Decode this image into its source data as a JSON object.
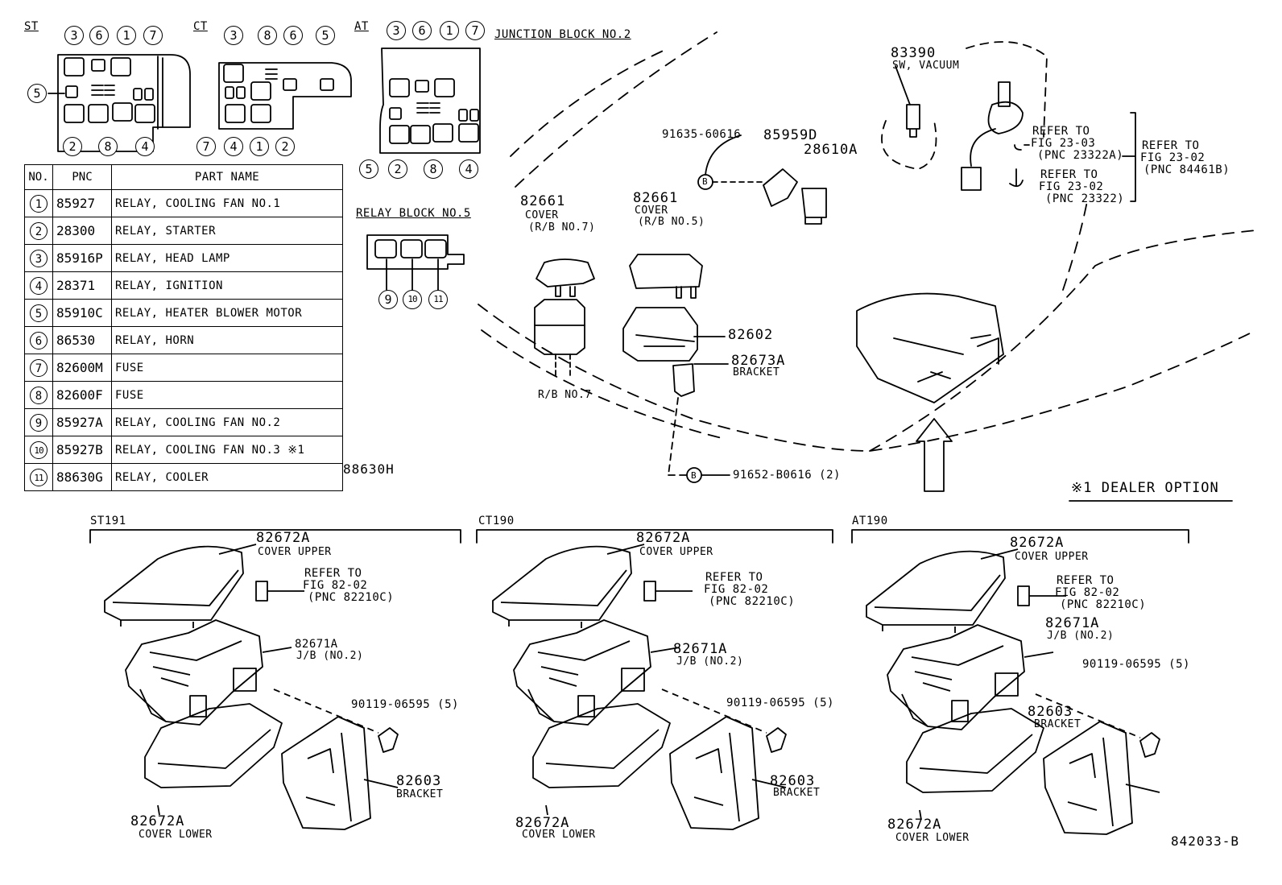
{
  "header_tabs": {
    "st": "ST",
    "ct": "CT",
    "at": "AT"
  },
  "junction_block_title": "JUNCTION BLOCK NO.2",
  "relay_block_title": "RELAY BLOCK NO.5",
  "table": {
    "headers": [
      "NO.",
      "PNC",
      "PART NAME"
    ],
    "rows": [
      {
        "no": "1",
        "pnc": "85927",
        "name": "RELAY, COOLING FAN NO.1"
      },
      {
        "no": "2",
        "pnc": "28300",
        "name": "RELAY, STARTER"
      },
      {
        "no": "3",
        "pnc": "85916P",
        "name": "RELAY, HEAD LAMP"
      },
      {
        "no": "4",
        "pnc": "28371",
        "name": "RELAY, IGNITION"
      },
      {
        "no": "5",
        "pnc": "85910C",
        "name": "RELAY, HEATER BLOWER MOTOR"
      },
      {
        "no": "6",
        "pnc": "86530",
        "name": "RELAY, HORN"
      },
      {
        "no": "7",
        "pnc": "82600M",
        "name": "FUSE"
      },
      {
        "no": "8",
        "pnc": "82600F",
        "name": "FUSE"
      },
      {
        "no": "9",
        "pnc": "85927A",
        "name": "RELAY, COOLING FAN NO.2"
      },
      {
        "no": "10",
        "pnc": "85927B",
        "name": "RELAY, COOLING FAN NO.3 ※1"
      },
      {
        "no": "11",
        "pnc": "88630G",
        "name": "RELAY, COOLER"
      }
    ],
    "side_note": "88630H"
  },
  "callouts": {
    "n83390": "83390",
    "sw_vacuum": "SW, VACUUM",
    "n91635": "91635-60616",
    "n85959d": "85959D",
    "n28610a": "28610A",
    "refer_2303_a": "REFER TO",
    "refer_2303_b": "FIG 23-03",
    "refer_2303_c": "(PNC 23322A)",
    "refer_2302a_a": "REFER TO",
    "refer_2302a_b": "FIG 23-02",
    "refer_2302a_c": "(PNC 23322)",
    "refer_2302b_a": "REFER TO",
    "refer_2302b_b": "FIG 23-02",
    "refer_2302b_c": "(PNC 84461B)",
    "c82661_1": "82661",
    "cover_1": "COVER",
    "rb7_1": "(R/B NO.7)",
    "c82661_2": "82661",
    "cover_2": "COVER",
    "rb5": "(R/B NO.5)",
    "rb7_2": "R/B NO.7",
    "c82602": "82602",
    "c82673a": "82673A",
    "bracket_top": "BRACKET",
    "c91652": "91652-B0616 (2)",
    "bolt_b": "B",
    "dealer_option": "※1 DEALER OPTION"
  },
  "sections": [
    {
      "title": "ST191",
      "cover_upper_no": "82672A",
      "cover_upper": "COVER UPPER",
      "refer_a": "REFER TO",
      "refer_b": "FIG 82-02",
      "refer_c": "(PNC 82210C)",
      "jb_no": "82671A",
      "jb": "J/B (NO.2)",
      "bolt_no": "90119-06595 (5)",
      "bracket_no": "82603",
      "bracket": "BRACKET",
      "cover_lower_no": "82672A",
      "cover_lower": "COVER LOWER"
    },
    {
      "title": "CT190",
      "cover_upper_no": "82672A",
      "cover_upper": "COVER UPPER",
      "refer_a": "REFER TO",
      "refer_b": "FIG 82-02",
      "refer_c": "(PNC 82210C)",
      "jb_no": "82671A",
      "jb": "J/B (NO.2)",
      "bolt_no": "90119-06595 (5)",
      "bracket_no": "82603",
      "bracket": "BRACKET",
      "cover_lower_no": "82672A",
      "cover_lower": "COVER LOWER"
    },
    {
      "title": "AT190",
      "cover_upper_no": "82672A",
      "cover_upper": "COVER UPPER",
      "refer_a": "REFER TO",
      "refer_b": "FIG 82-02",
      "refer_c": "(PNC 82210C)",
      "jb_no": "82671A",
      "jb": "J/B (NO.2)",
      "bolt_no": "90119-06595 (5)",
      "bracket_no": "82603",
      "bracket": "BRACKET",
      "cover_lower_no": "82672A",
      "cover_lower": "COVER LOWER"
    }
  ],
  "figure_id": "842033-B",
  "diagram_numbers": {
    "st_top": [
      "3",
      "6",
      "1",
      "7"
    ],
    "st_left": "5",
    "st_bottom": [
      "2",
      "8",
      "4"
    ],
    "ct_top": [
      "3",
      "8",
      "6",
      "5"
    ],
    "ct_bottom": [
      "7",
      "4",
      "1",
      "2"
    ],
    "at_top": [
      "3",
      "6",
      "1",
      "7"
    ],
    "at_bottom": [
      "5",
      "2",
      "8",
      "4"
    ],
    "rb5": [
      "9",
      "10",
      "11"
    ]
  }
}
